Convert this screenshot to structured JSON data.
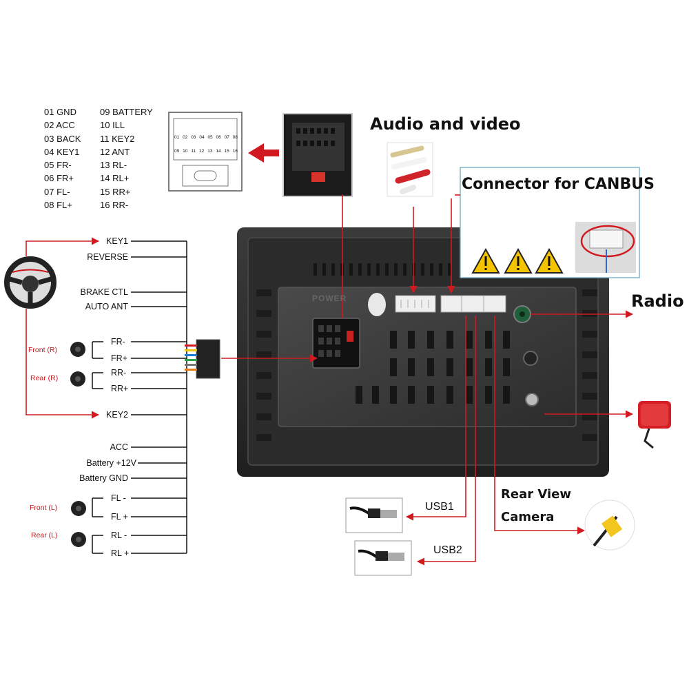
{
  "pinout": {
    "left": [
      "01 GND",
      "02 ACC",
      "03 BACK",
      "04 KEY1",
      "05 FR-",
      "06 FR+",
      "07 FL-",
      "08 FL+"
    ],
    "right": [
      "09 BATTERY",
      "10 ILL",
      "11 KEY2",
      "12 ANT",
      "13 RL-",
      "14 RL+",
      "15 RR+",
      "16 RR-"
    ],
    "connector_top_numbers": [
      "01",
      "02",
      "03",
      "04",
      "05",
      "06",
      "07",
      "08"
    ],
    "connector_bottom_numbers": [
      "09",
      "10",
      "11",
      "12",
      "13",
      "14",
      "15",
      "16"
    ]
  },
  "headings": {
    "audio_video": "Audio and video",
    "canbus": "Connector for CANBUS",
    "radio": "Radio",
    "rear_camera_line1": "Rear View",
    "rear_camera_line2": "Camera"
  },
  "device": {
    "power_label": "POWER"
  },
  "wires": {
    "key1": "KEY1",
    "reverse": "REVERSE",
    "brake": "BRAKE CTL",
    "auto_ant": "AUTO ANT",
    "fr_minus": "FR-",
    "fr_plus": "FR+",
    "rr_minus": "RR-",
    "rr_plus": "RR+",
    "key2": "KEY2",
    "acc": "ACC",
    "battery": "Battery +12V",
    "battery_gnd": "Battery GND",
    "fl_minus": "FL -",
    "fl_plus": "FL +",
    "rl_minus": "RL -",
    "rl_plus": "RL +"
  },
  "speakers": {
    "front_r": "Front (R)",
    "rear_r": "Rear (R)",
    "front_l": "Front (L)",
    "rear_l": "Rear (L)"
  },
  "usb": {
    "usb1": "USB1",
    "usb2": "USB2"
  },
  "colors": {
    "accent": "#d11a20",
    "device": "#2a2a2a",
    "panel": "#3a3a3a",
    "wire": "#111111"
  },
  "icons": [
    "steering-wheel-icon",
    "speaker-icon",
    "warning-icon",
    "usb-cable-icon",
    "rca-plug-icon",
    "camera-icon",
    "gps-antenna-icon",
    "arrow-left-icon"
  ]
}
